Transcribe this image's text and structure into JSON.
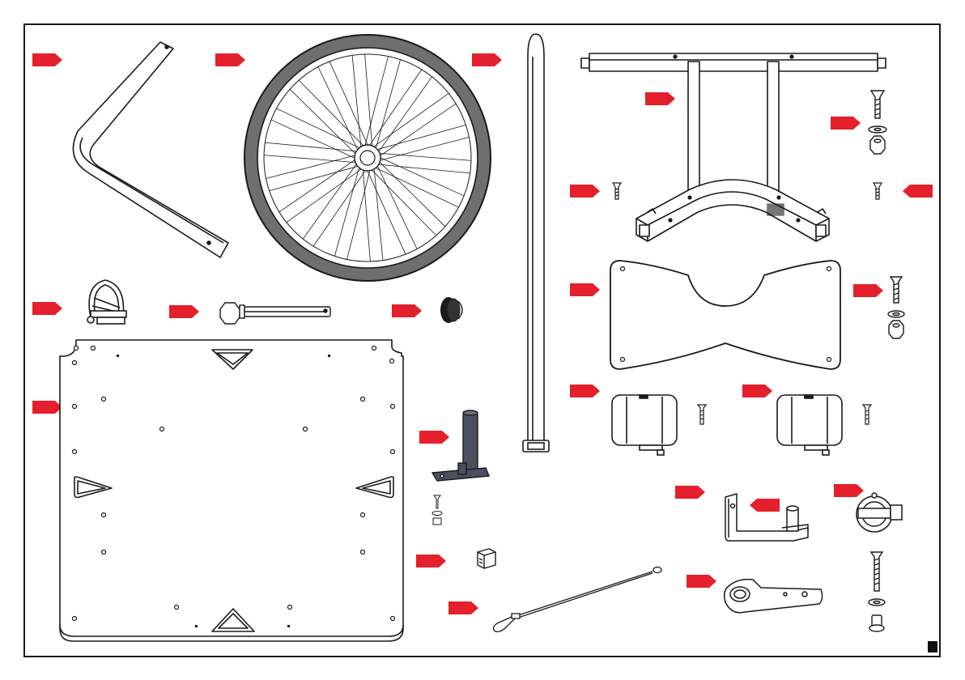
{
  "colors": {
    "marker": "#e3202b",
    "outline": "#1a1a1a",
    "tire": "#6f6f6f",
    "bracket": "#4a5060",
    "panel": "#ffffff",
    "corner_square": "#111111"
  },
  "parts": [
    {
      "name": "l-shaped-tube-part",
      "icon": "bent-tube-icon"
    },
    {
      "name": "spoked-wheel-part",
      "icon": "wheel-icon"
    },
    {
      "name": "tow-bar-part",
      "icon": "long-bar-icon"
    },
    {
      "name": "frame-part",
      "icon": "frame-icon"
    },
    {
      "name": "bolt-washer-nut-set",
      "icon": "bolt-icon"
    },
    {
      "name": "small-screw-left",
      "icon": "screw-icon"
    },
    {
      "name": "small-screw-right",
      "icon": "screw-icon"
    },
    {
      "name": "lynch-pin-part",
      "icon": "pin-icon"
    },
    {
      "name": "axle-bolt-part",
      "icon": "axle-icon"
    },
    {
      "name": "end-cap-part",
      "icon": "cap-icon"
    },
    {
      "name": "base-plate-part",
      "icon": "plate-icon"
    },
    {
      "name": "mounting-plate-part",
      "icon": "plate-icon"
    },
    {
      "name": "bolt-washer-nut-set-2",
      "icon": "bolt-icon"
    },
    {
      "name": "reflector-left-part",
      "icon": "reflector-icon"
    },
    {
      "name": "reflector-right-part",
      "icon": "reflector-icon"
    },
    {
      "name": "axle-stub-bracket-part",
      "icon": "bracket-icon"
    },
    {
      "name": "small-cube-part",
      "icon": "cube-icon"
    },
    {
      "name": "safety-cable-part",
      "icon": "cable-icon"
    },
    {
      "name": "hitch-bracket-part",
      "icon": "bracket-icon"
    },
    {
      "name": "ring-clamp-part",
      "icon": "ring-icon"
    },
    {
      "name": "hitch-coupler-part",
      "icon": "coupler-icon"
    },
    {
      "name": "long-bolt-washer-set",
      "icon": "bolt-icon"
    }
  ]
}
